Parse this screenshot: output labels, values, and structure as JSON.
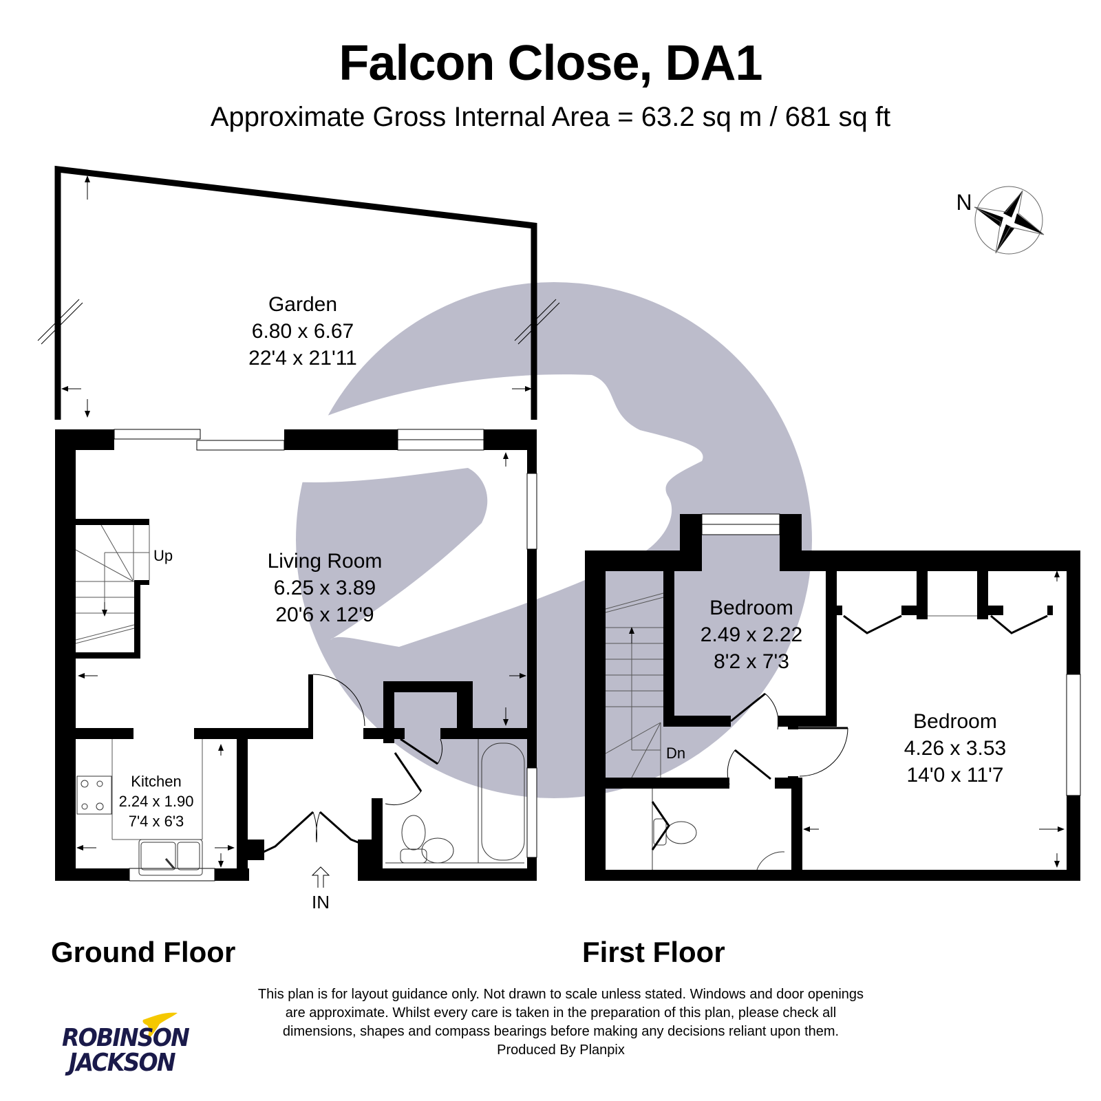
{
  "header": {
    "title": "Falcon Close, DA1",
    "subtitle": "Approximate Gross Internal Area =  63.2 sq m / 681 sq ft"
  },
  "compass": {
    "label": "N",
    "icon": "compass-rose-icon"
  },
  "ground_floor": {
    "label": "Ground Floor",
    "rooms": [
      {
        "name": "Garden",
        "metric": "6.80 x 6.67",
        "imperial": "22'4 x 21'11"
      },
      {
        "name": "Living Room",
        "metric": "6.25 x 3.89",
        "imperial": "20'6 x 12'9"
      },
      {
        "name": "Kitchen",
        "metric": "2.24 x 1.90",
        "imperial": "7'4 x 6'3"
      }
    ],
    "stairs_label": "Up",
    "entrance_label": "IN"
  },
  "first_floor": {
    "label": "First Floor",
    "rooms": [
      {
        "name": "Bedroom",
        "metric": "2.49 x 2.22",
        "imperial": "8'2 x 7'3"
      },
      {
        "name": "Bedroom",
        "metric": "4.26 x 3.53",
        "imperial": "14'0 x 11'7"
      }
    ],
    "stairs_label": "Dn"
  },
  "footer": {
    "disclaimer_lines": [
      "This plan is for layout guidance only. Not drawn to scale unless stated. Windows and door openings",
      "are approximate. Whilst every care is taken in the preparation of this plan, please check all",
      "dimensions, shapes and compass bearings before making any decisions reliant upon them.",
      "Produced By Planpix"
    ],
    "logo": {
      "line1": "ROBINSON",
      "line2": "JACKSON",
      "brand_color": "#1a1a4a",
      "accent_color": "#f5c800"
    }
  },
  "colors": {
    "wall": "#000000",
    "watermark": "#bcbccb",
    "background": "#ffffff"
  }
}
